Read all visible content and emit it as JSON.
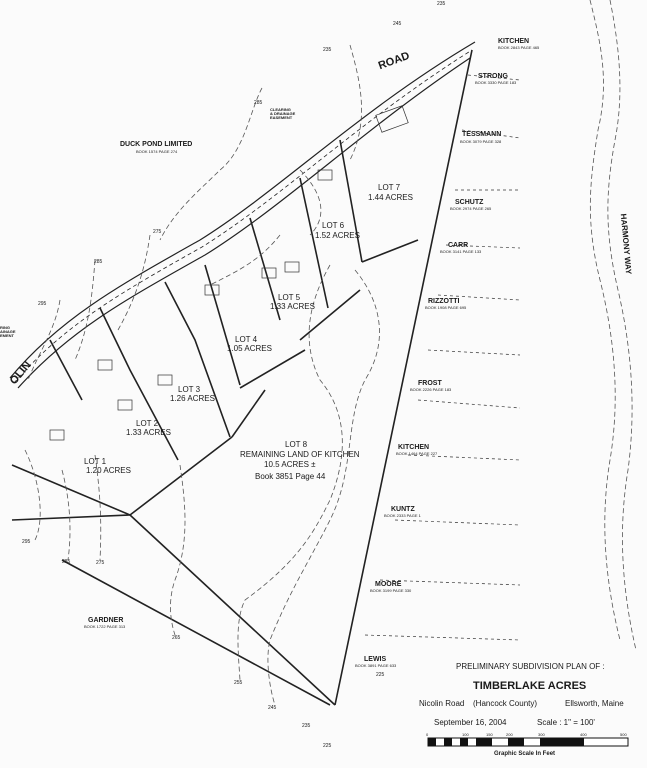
{
  "road_name": "ROAD",
  "road_fragment": "OLIN",
  "harmony_way": "HARMONY WAY",
  "lots": [
    {
      "lot": "LOT 1",
      "acres": "1.20 ACRES"
    },
    {
      "lot": "LOT 2",
      "acres": "1.33 ACRES"
    },
    {
      "lot": "LOT 3",
      "acres": "1.26 ACRES"
    },
    {
      "lot": "LOT 4",
      "acres": "1.05 ACRES"
    },
    {
      "lot": "LOT 5",
      "acres": "1.33 ACRES"
    },
    {
      "lot": "LOT 6",
      "acres": "1.52 ACRES"
    },
    {
      "lot": "LOT 7",
      "acres": "1.44 ACRES"
    }
  ],
  "lot8": {
    "lot": "LOT 8",
    "desc": "REMAINING LAND OF KITCHEN",
    "acres": "10.5 ACRES ±",
    "book": "Book 3851 Page 44"
  },
  "abutters": [
    {
      "name": "KITCHEN",
      "book": "BOOK 2843 PAGE 465"
    },
    {
      "name": "STRONG",
      "book": "BOOK 3330 PAGE 183"
    },
    {
      "name": "TESSMANN",
      "book": "BOOK 3079 PAGE 328"
    },
    {
      "name": "SCHUTZ",
      "book": "BOOK 2974 PAGE 265"
    },
    {
      "name": "CARR",
      "book": "BOOK 3141 PAGE 133"
    },
    {
      "name": "RIZZOTTI",
      "book": "BOOK 1908 PAGE 695"
    },
    {
      "name": "FROST",
      "book": "BOOK 2226 PAGE 183"
    },
    {
      "name": "KITCHEN",
      "book": "BOOK 1464 PAGE 227"
    },
    {
      "name": "KUNTZ",
      "book": "BOOK 2333 PAGE 1"
    },
    {
      "name": "MOORE",
      "book": "BOOK 3199 PAGE 330"
    },
    {
      "name": "LEWIS",
      "book": "BOOK 3891 PAGE 633"
    },
    {
      "name": "GARDNER",
      "book": "BOOK 1722 PAGE 313"
    },
    {
      "name": "DUCK POND LIMITED",
      "book": "BOOK 1574 PAGE 274"
    }
  ],
  "easement_left": "RING\nAINAGE\nEMENT",
  "easement_top": "CLEARING\n& DRAINAGE\nEASEMENT",
  "contours": [
    "235",
    "245",
    "235",
    "285",
    "275",
    "285",
    "295",
    "295",
    "285",
    "275",
    "265",
    "255",
    "245",
    "235",
    "225",
    "225"
  ],
  "title_block": {
    "heading": "PRELIMINARY SUBDIVISION PLAN OF :",
    "name": "TIMBERLAKE ACRES",
    "road": "Nicolin Road",
    "county": "(Hancock County)",
    "town": "Ellsworth, Maine",
    "date": "September 16, 2004",
    "scale": "Scale :  1\" = 100'",
    "scale_ticks": [
      "0",
      "100",
      "150",
      "200",
      "300",
      "400",
      "500"
    ],
    "scale_caption": "Graphic Scale In Feet"
  }
}
